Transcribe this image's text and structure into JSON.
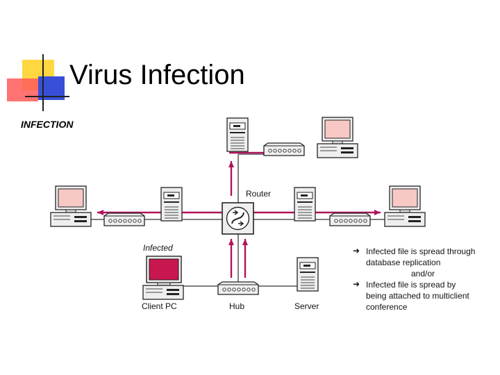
{
  "slide": {
    "title": "Virus Infection",
    "heading": "INFECTION"
  },
  "labels": {
    "router": "Router",
    "infected": "Infected",
    "client_pc": "Client PC",
    "hub": "Hub",
    "server": "Server"
  },
  "legend": {
    "item1_line1": "Infected file is spread through",
    "item1_line2": "database replication",
    "connector": "and/or",
    "item2_line1": "Infected file is spread by",
    "item2_line2": "being attached to multiclient",
    "item2_line3": "conference"
  },
  "colors": {
    "infected_screen": "#c8164e",
    "pending_screen": "#f7c8c4",
    "arrow": "#b0145a",
    "line": "#7f7f7f"
  }
}
